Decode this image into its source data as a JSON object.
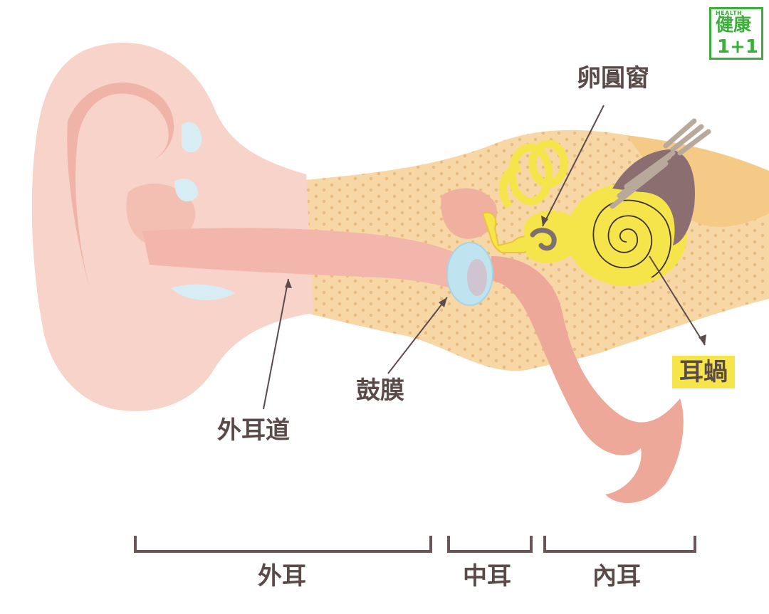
{
  "logo": {
    "en": "HEALTH",
    "zh": "健康",
    "num": "1+1"
  },
  "labels": {
    "oval_window": "卵圓窗",
    "cochlea": "耳蝸",
    "eardrum": "鼓膜",
    "ear_canal": "外耳道"
  },
  "sections": {
    "outer": "外耳",
    "middle": "中耳",
    "inner": "內耳"
  },
  "colors": {
    "skin": "#f6cfc6",
    "skin_dark": "#efa99c",
    "bone": "#f7d7a6",
    "bone_dots": "#e9b679",
    "cochlea": "#f6e54a",
    "eardrum": "#bfe3ef",
    "nerve": "#7d6466",
    "text": "#5a4a48",
    "logo_green": "#3cae3a"
  }
}
